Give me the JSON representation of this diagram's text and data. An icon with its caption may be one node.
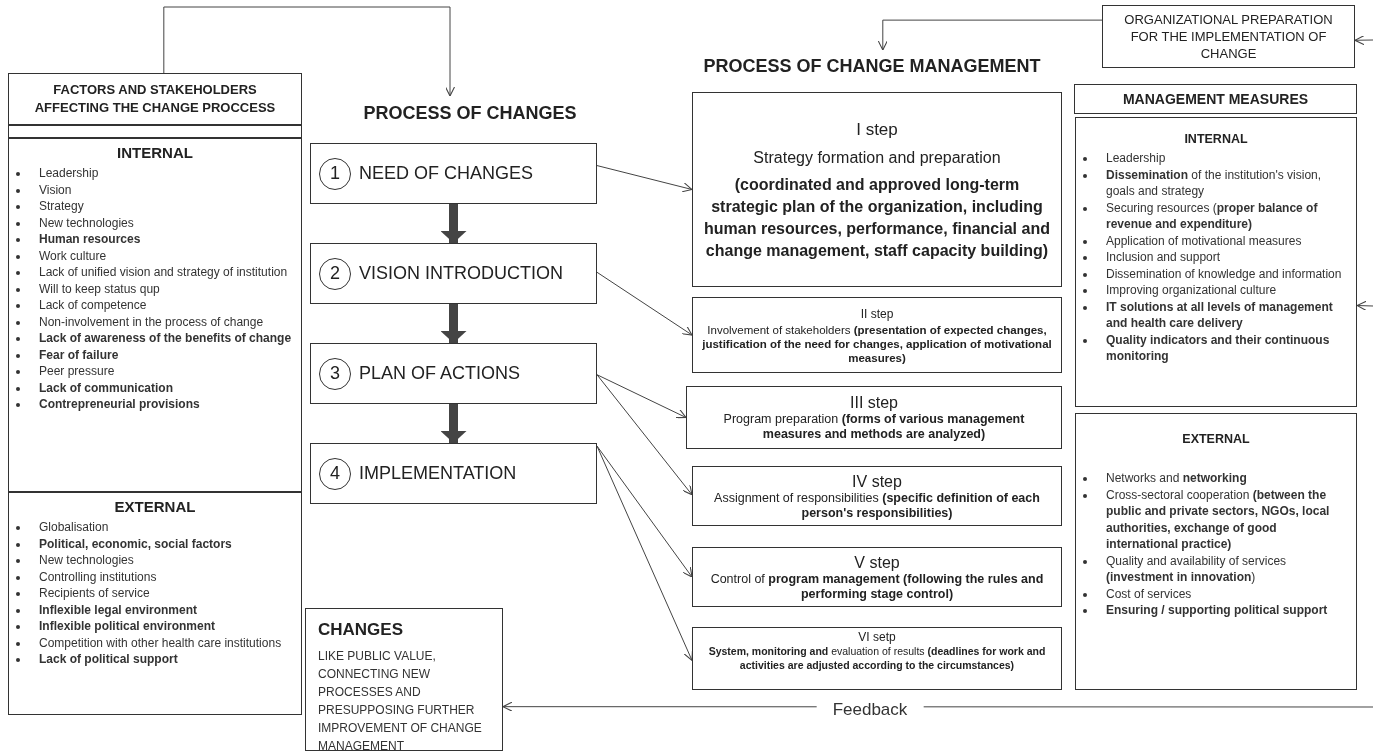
{
  "diagram": {
    "nodes": [
      {
        "text": [
          "FACTORS AND STAKEHOLDERS AFFECTING THE CHANGE PROCCESS"
        ]
      },
      {
        "text": [
          "INTERNAL",
          "Leadership",
          "Vision",
          "Strategy",
          "New technologies",
          "**Human resources**",
          "Work culture",
          "Lack of unified vision and strategy of institution",
          "Will to keep status qup",
          "Lack of competence",
          "Non-involvement in the process of change",
          "**Lack of awareness of the benefits of change**",
          "**Fear of failure**",
          "Peer pressure",
          "**Lack of communication**",
          "**Contrepreneurial provisions**"
        ]
      },
      {
        "text": [
          "EXTERNAL",
          "Globalisation",
          "**Political, economic, social factors**",
          "New technologies",
          "Controlling institutions",
          "Recipients of service",
          "**Inflexible legal environment**",
          "**Inflexible political environment**",
          "Competition with other health care institutions",
          "**Lack of political support**"
        ]
      },
      {
        "text": [
          "PROCESS OF CHANGES"
        ]
      },
      {
        "text": [
          "1",
          "NEED OF CHANGES"
        ]
      },
      {
        "text": [
          "2",
          "VISION INTRODUCTION"
        ]
      },
      {
        "text": [
          "3",
          "PLAN OF ACTIONS"
        ]
      },
      {
        "text": [
          "4",
          "IMPLEMENTATION"
        ]
      },
      {
        "text": [
          "PROCESS OF CHANGE MANAGEMENT"
        ]
      },
      {
        "text": [
          "ORGANIZATIONAL PREPARATION FOR THE IMPLEMENTATION OF CHANGE"
        ]
      },
      {
        "text": [
          "I step",
          "Strategy formation and preparation",
          "(coordinated and approved long-term strategic plan of the organization, including human resources, performance, financial and change management, staff capacity building)"
        ]
      },
      {
        "text": [
          "II step",
          "Involvement of stakeholders **(presentation of expected changes, justification of the need for changes, application of motivational measures)**"
        ]
      },
      {
        "text": [
          "III step",
          "Program preparation **(forms of various management measures and methods are analyzed)**"
        ]
      },
      {
        "text": [
          "IV step",
          "Assignment of responsibilities **(specific definition of each person's responsibilities)**"
        ]
      },
      {
        "text": [
          "V step",
          "Control of **program management (following the rules and performing stage control)**"
        ]
      },
      {
        "text": [
          "VI setp",
          "**System, monitoring and** evaluation of results **(deadlines for work and activities are adjusted according to the circumstances)**"
        ]
      },
      {
        "text": [
          "MANAGEMENT MEASURES"
        ]
      },
      {
        "text": [
          "INTERNAL",
          "Leadership",
          "**Dissemination** of the institution's vision, goals and strategy",
          "Securing resources (**proper balance of revenue and expenditure)**",
          "Application of motivational measures",
          "Inclusion and support",
          "Dissemination of knowledge and information",
          "Improving organizational culture",
          "**IT solutions at all levels of management and health care delivery**",
          "**Quality indicators and their continuous monitoring**"
        ]
      },
      {
        "text": [
          "EXTERNAL",
          "Networks and **networking**",
          "Cross-sectoral cooperation **(between the public and private sectors, NGOs, local authorities, exchange of good international practice)**",
          "Quality and availability of services **(investment in innovation**)",
          "Cost of services",
          "**Ensuring / supporting political support**"
        ]
      },
      {
        "text": [
          "CHANGES",
          "LIKE PUBLIC VALUE, CONNECTING NEW PROCESSES AND PRESUPPOSING FURTHER IMPROVEMENT OF CHANGE MANAGEMENT"
        ]
      }
    ],
    "edges": [
      {
        "from": 0,
        "to": 3,
        "arrow": "to"
      },
      {
        "from": 4,
        "to": 5,
        "arrow": "to",
        "style": "thick"
      },
      {
        "from": 5,
        "to": 6,
        "arrow": "to",
        "style": "thick"
      },
      {
        "from": 6,
        "to": 7,
        "arrow": "to",
        "style": "thick"
      },
      {
        "from": 4,
        "to": 10,
        "arrow": "to"
      },
      {
        "from": 5,
        "to": 11,
        "arrow": "to"
      },
      {
        "from": 6,
        "to": 12,
        "arrow": "to"
      },
      {
        "from": 6,
        "to": 13,
        "arrow": "to"
      },
      {
        "from": 7,
        "to": 14,
        "arrow": "to"
      },
      {
        "from": 7,
        "to": 15,
        "arrow": "to"
      },
      {
        "from": 9,
        "to": 8,
        "arrow": "to"
      },
      {
        "from": null,
        "to": 9,
        "arrow": "to"
      },
      {
        "from": null,
        "to": 17,
        "arrow": "to"
      },
      {
        "from": null,
        "to": 19,
        "arrow": "to",
        "label": "Feedback"
      }
    ]
  }
}
